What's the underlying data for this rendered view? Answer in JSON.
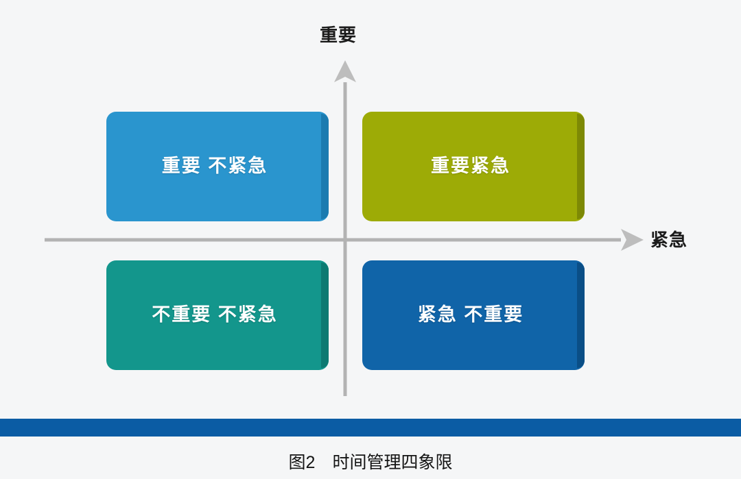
{
  "page": {
    "background_color": "#f5f6f7",
    "accent_bar_color": "#0b5ca4"
  },
  "axes": {
    "vertical_label": "重要",
    "horizontal_label": "紧急",
    "line_color": "#b3b3b3",
    "arrow_color": "#bdbdbd"
  },
  "quadrants": [
    {
      "id": "important-not-urgent",
      "lines": [
        "重要",
        "不紧急"
      ],
      "text": "重要\n不紧急",
      "color": "#2a95ce",
      "bevel_color": "#1b7bb0",
      "position": "top-left"
    },
    {
      "id": "important-urgent",
      "lines": [
        "重要紧急"
      ],
      "text": "重要紧急",
      "color": "#9dab06",
      "bevel_color": "#7d8905",
      "position": "top-right"
    },
    {
      "id": "not-important-not-urgent",
      "lines": [
        "不重要",
        "不紧急"
      ],
      "text": "不重要\n不紧急",
      "color": "#13968c",
      "bevel_color": "#0d7a72",
      "position": "bottom-left"
    },
    {
      "id": "urgent-not-important",
      "lines": [
        "紧急",
        "不重要"
      ],
      "text": "紧急\n不重要",
      "color": "#1064a8",
      "bevel_color": "#0a4e86",
      "position": "bottom-right"
    }
  ],
  "caption": {
    "number": "图2",
    "title": "时间管理四象限",
    "full": "图2　时间管理四象限"
  },
  "chart_data": {
    "type": "diagram",
    "title": "图2　时间管理四象限",
    "xlabel": "紧急",
    "ylabel": "重要",
    "categories": [
      "重要\n不紧急",
      "重要紧急",
      "不重要\n不紧急",
      "紧急\n不重要"
    ],
    "quadrant_map": {
      "top-left": "重要 / 不紧急",
      "top-right": "重要紧急",
      "bottom-left": "不重要 / 不紧急",
      "bottom-right": "紧急 / 不重要"
    },
    "axis_directions": {
      "x_positive": "紧急",
      "y_positive": "重要"
    }
  }
}
